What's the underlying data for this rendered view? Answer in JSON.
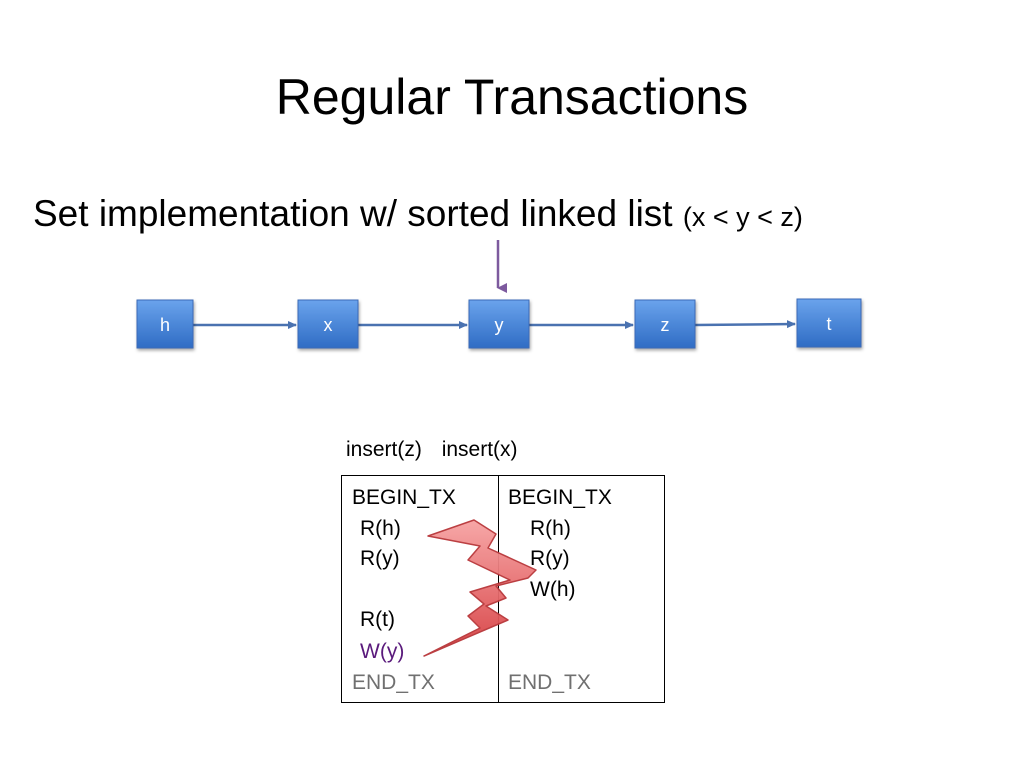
{
  "slide": {
    "title": "Regular Transactions",
    "subtitle": "Set implementation w/ sorted linked list",
    "subtitle_note": "(x < y < z)"
  },
  "list": {
    "nodes": [
      "h",
      "x",
      "y",
      "z",
      "t"
    ],
    "pointer_target": "y",
    "node_color": "#3f7fd6",
    "edge_color": "#4a72b0",
    "pointer_color": "#7d5a9e"
  },
  "transactions": {
    "headers": [
      "insert(z)",
      "insert(x)"
    ],
    "left": {
      "begin": "BEGIN_TX",
      "ops": [
        "R(h)",
        "R(y)",
        "R(t)",
        "W(y)"
      ],
      "end": "END_TX"
    },
    "right": {
      "begin": "BEGIN_TX",
      "ops": [
        "R(h)",
        "R(y)",
        "W(h)"
      ],
      "end": "END_TX"
    },
    "write_color": "#5a1a7c",
    "conflict_color": "#e8585a"
  }
}
